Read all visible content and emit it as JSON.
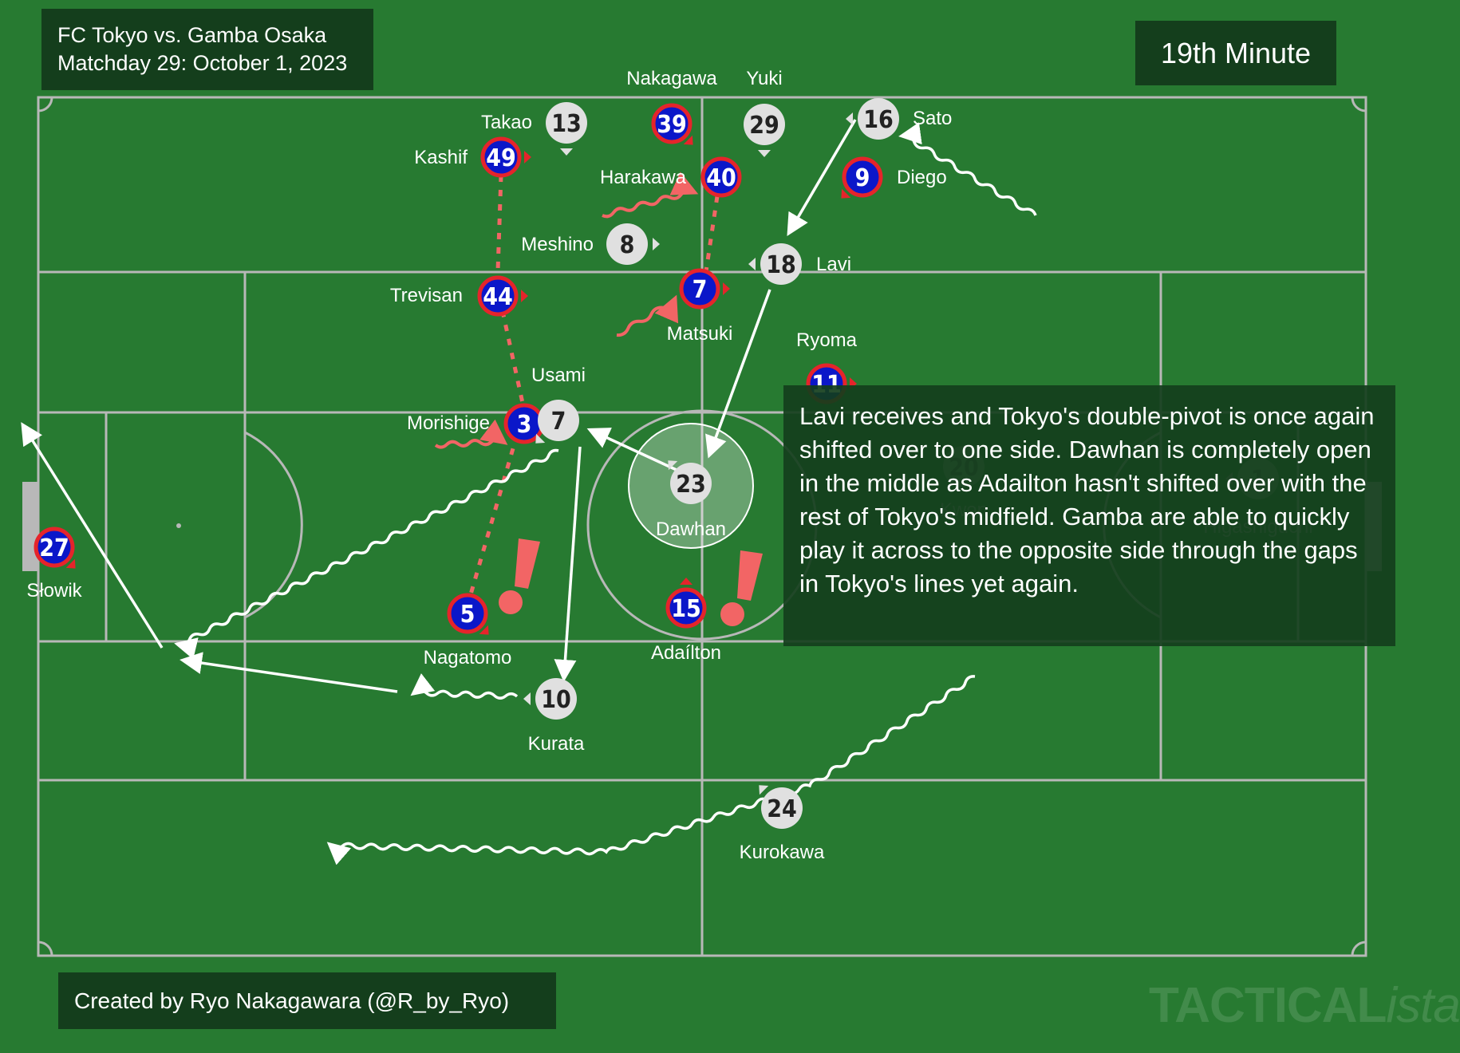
{
  "header": {
    "match": "FC Tokyo vs. Gamba Osaka",
    "date": "Matchday 29: October 1, 2023",
    "minute": "19th Minute"
  },
  "footer": {
    "credit": "Created by Ryo Nakagawara (@R_by_Ryo)",
    "watermark_main": "TACTICAL",
    "watermark_italic": "ista"
  },
  "annotation": "Lavi receives and Tokyo's double-pivot is once again shifted over to one side. Dawhan is completely open in the middle as Adailton hasn't shifted over with the rest of Tokyo's midfield. Gamba are able to quickly play it across to the opposite side through the gaps in Tokyo's lines yet again.",
  "colors": {
    "grass": "#277a31",
    "tokyo_fill": "#0b17c9",
    "tokyo_ring": "#e5242b",
    "gamba_fill": "#e0e0e0",
    "marking_line": "#f26565",
    "box_bg": "#143e1c"
  },
  "teams": {
    "tokyo": [
      {
        "num": "27",
        "name": "Słowik"
      },
      {
        "num": "49",
        "name": "Kashif"
      },
      {
        "num": "44",
        "name": "Trevisan"
      },
      {
        "num": "3",
        "name": "Morishige"
      },
      {
        "num": "5",
        "name": "Nagatomo"
      },
      {
        "num": "39",
        "name": "Nakagawa"
      },
      {
        "num": "40",
        "name": "Harakawa"
      },
      {
        "num": "7",
        "name": "Matsuki"
      },
      {
        "num": "9",
        "name": "Diego"
      },
      {
        "num": "11",
        "name": "Ryoma"
      },
      {
        "num": "15",
        "name": "Adaílton"
      }
    ],
    "gamba": [
      {
        "num": "13",
        "name": "Takao"
      },
      {
        "num": "29",
        "name": "Yuki"
      },
      {
        "num": "16",
        "name": "Sato"
      },
      {
        "num": "8",
        "name": "Meshino"
      },
      {
        "num": "18",
        "name": "Lavi"
      },
      {
        "num": "7",
        "name": "Usami"
      },
      {
        "num": "23",
        "name": "Dawhan"
      },
      {
        "num": "10",
        "name": "Kurata"
      },
      {
        "num": "24",
        "name": "Kurokawa"
      },
      {
        "num": "20",
        "name": "Kwon"
      },
      {
        "num": "1",
        "name": "Higashiguchi"
      }
    ]
  },
  "alerts": [
    "!",
    "!"
  ],
  "icons": [
    "movement-squiggle-icon",
    "pass-arrow-icon",
    "facing-triangle-icon",
    "alert-exclamation-icon"
  ]
}
